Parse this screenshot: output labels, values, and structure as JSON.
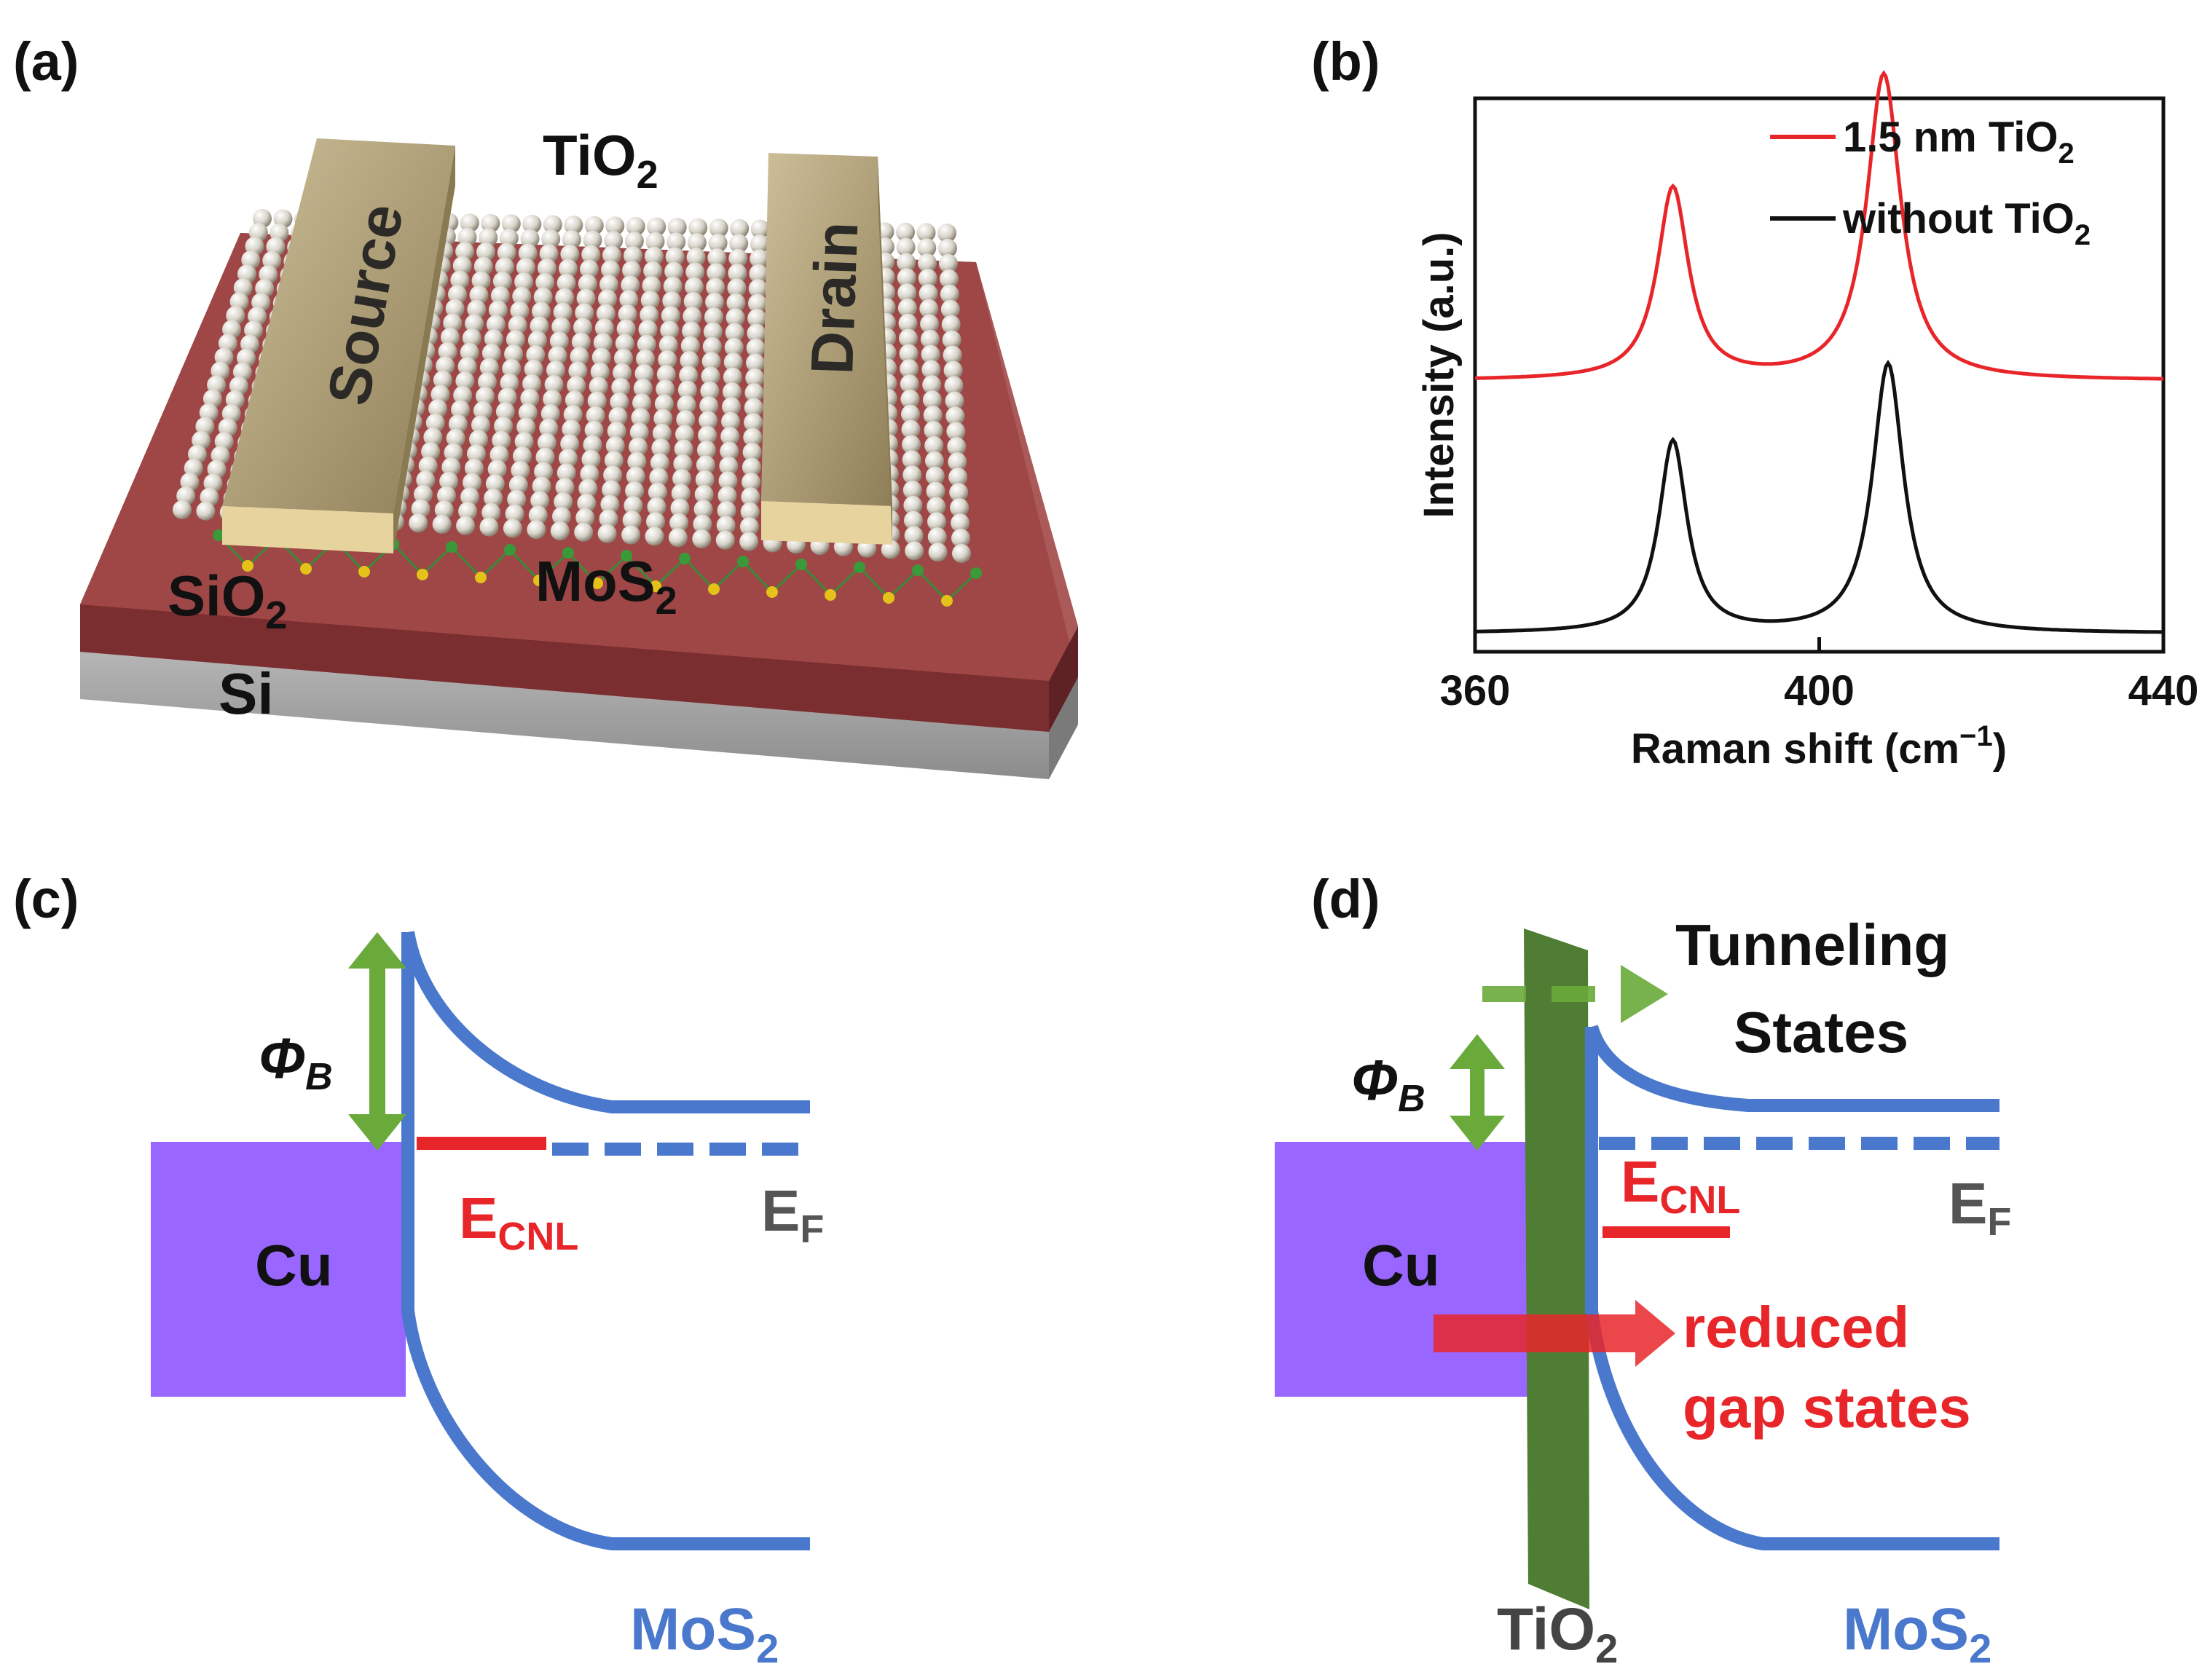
{
  "panel_a": {
    "label": "(a)",
    "tio2": "TiO",
    "tio2_sub": "2",
    "source": "Source",
    "drain": "Drain",
    "sio2": "SiO",
    "sio2_sub": "2",
    "mos2": "MoS",
    "mos2_sub": "2",
    "si": "Si"
  },
  "panel_b": {
    "label": "(b)",
    "legend": [
      {
        "text": "1.5 nm  TiO",
        "sub": "2",
        "color": "#e8262a"
      },
      {
        "text": "without TiO",
        "sub": "2",
        "color": "#111111"
      }
    ]
  },
  "panel_c": {
    "label": "(c)",
    "phi": "Φ",
    "phi_sub": "B",
    "cu": "Cu",
    "ecnl": "E",
    "ecnl_sub": "CNL",
    "ef": "E",
    "ef_sub": "F",
    "mos2": "MoS",
    "mos2_sub": "2"
  },
  "panel_d": {
    "label": "(d)",
    "phi": "Φ",
    "phi_sub": "B",
    "cu": "Cu",
    "tunneling_line1": "Tunneling",
    "tunneling_line2": "States",
    "ecnl": "E",
    "ecnl_sub": "CNL",
    "ef": "E",
    "ef_sub": "F",
    "reduced_line1": "reduced",
    "reduced_line2": "gap states",
    "tio2": "TiO",
    "tio2_sub": "2",
    "mos2": "MoS",
    "mos2_sub": "2"
  },
  "colors": {
    "red": "#e8262a",
    "blue": "#4a78cc",
    "green": "#6aaa3a",
    "dark_green": "#4a7a30",
    "purple": "#9966ff",
    "sio2": "#8a3a3c",
    "si": "#a0a0a0",
    "electrode": "#b8a67a"
  },
  "chart_data": {
    "type": "line",
    "xlabel": "Raman shift (cm",
    "xlabel_sup": "−1",
    "xlabel_end": ")",
    "ylabel": "Intensity (a.u.)",
    "xlim": [
      360,
      440
    ],
    "x_ticks": [
      "360",
      "400",
      "440"
    ],
    "y_ticks": [],
    "grid": false,
    "legend_position": "top-right",
    "series": [
      {
        "name": "1.5 nm TiO2",
        "color": "#e8262a",
        "baseline": 0.62,
        "peaks": [
          {
            "center": 383,
            "height": 0.47,
            "width": 2.2
          },
          {
            "center": 407.5,
            "height": 0.75,
            "width": 2.4
          }
        ]
      },
      {
        "name": "without TiO2",
        "color": "#111111",
        "baseline": 0.0,
        "peaks": [
          {
            "center": 383,
            "height": 0.47,
            "width": 2.0
          },
          {
            "center": 408,
            "height": 0.66,
            "width": 2.2
          }
        ]
      }
    ]
  }
}
